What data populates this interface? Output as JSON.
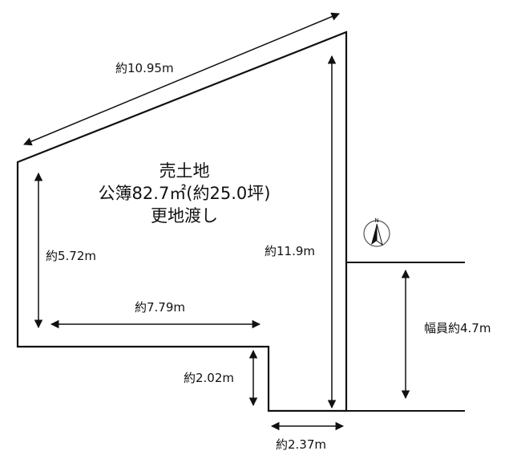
{
  "plot": {
    "title_lines": [
      "売土地",
      "公簿82.7㎡(約25.0坪)",
      "更地渡し"
    ]
  },
  "dimensions": {
    "top": "約10.95m",
    "left": "約5.72m",
    "inner_horizontal": "約7.79m",
    "right": "約11.9m",
    "step_vertical": "約2.02m",
    "bottom": "約2.37m"
  },
  "road": {
    "width_label": "幅員約4.7m"
  },
  "compass": {
    "north_label": "N"
  },
  "colors": {
    "line": "#111111",
    "background": "#ffffff"
  }
}
